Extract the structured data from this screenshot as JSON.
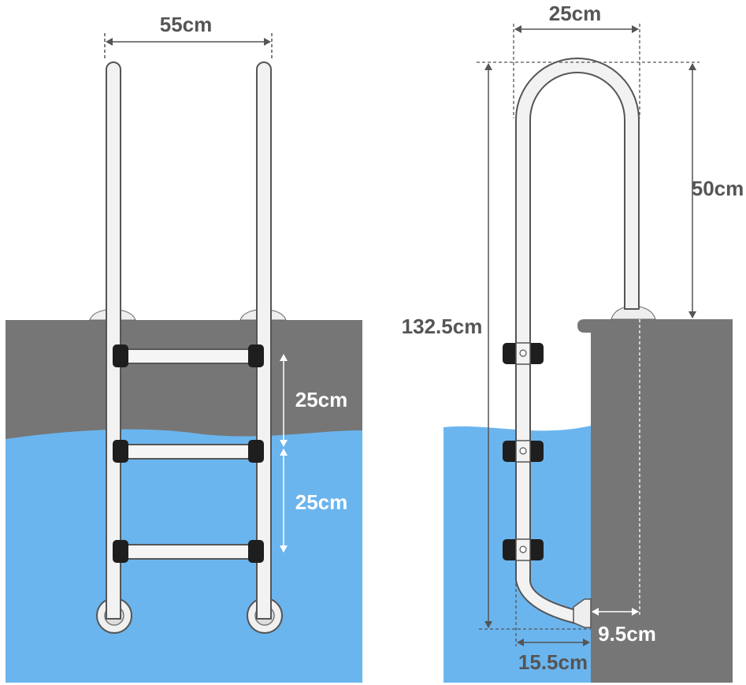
{
  "front_view": {
    "width_label": "55cm",
    "step_gap_upper_label": "25cm",
    "step_gap_lower_label": "25cm"
  },
  "side_view": {
    "top_width_label": "25cm",
    "above_deck_height_label": "50cm",
    "total_height_label": "132.5cm",
    "wall_offset_label": "9.5cm",
    "base_depth_label": "15.5cm"
  },
  "colors": {
    "wall": "#767676",
    "water": "#6bb5ee",
    "tube": "#f2f2f2",
    "tube_outline": "#555555",
    "tread_cap": "#1e1e1e",
    "dimension_text": "#555555"
  },
  "icons": [
    "ladder-front-view",
    "ladder-side-view"
  ]
}
